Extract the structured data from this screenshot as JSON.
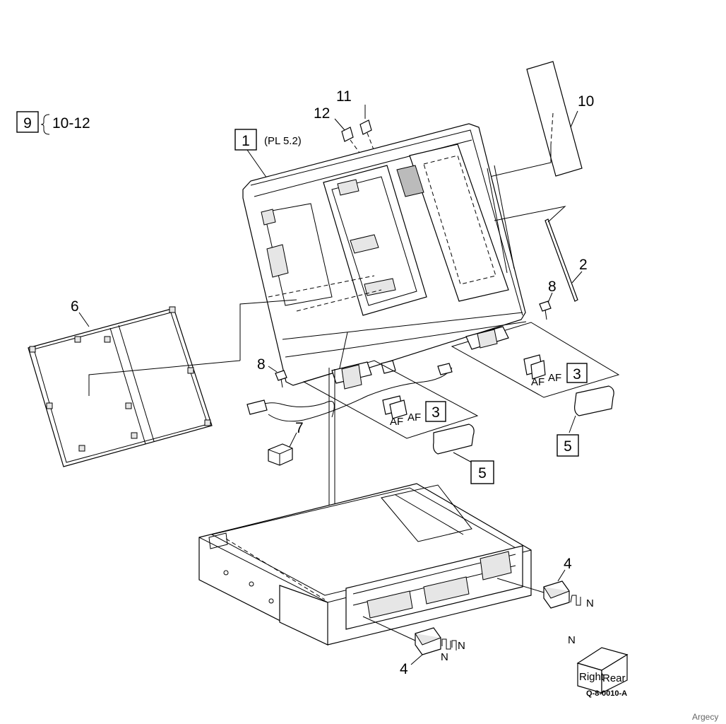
{
  "diagram": {
    "kit": {
      "item": "9",
      "range": "10-12"
    },
    "callouts": {
      "c1": "1",
      "c1_ref": "(PL 5.2)",
      "c2": "2",
      "c3a": "3",
      "c3b": "3",
      "c4a": "4",
      "c4b": "4",
      "c5a": "5",
      "c5b": "5",
      "c6": "6",
      "c7": "7",
      "c8a": "8",
      "c8b": "8",
      "c10": "10",
      "c11": "11",
      "c12": "12"
    },
    "af": "AF",
    "n": "N",
    "orientation": {
      "n": "N",
      "right": "Right",
      "rear": "Rear"
    },
    "figure_code": "Q-8-0010-A",
    "watermark": "Argecy"
  }
}
